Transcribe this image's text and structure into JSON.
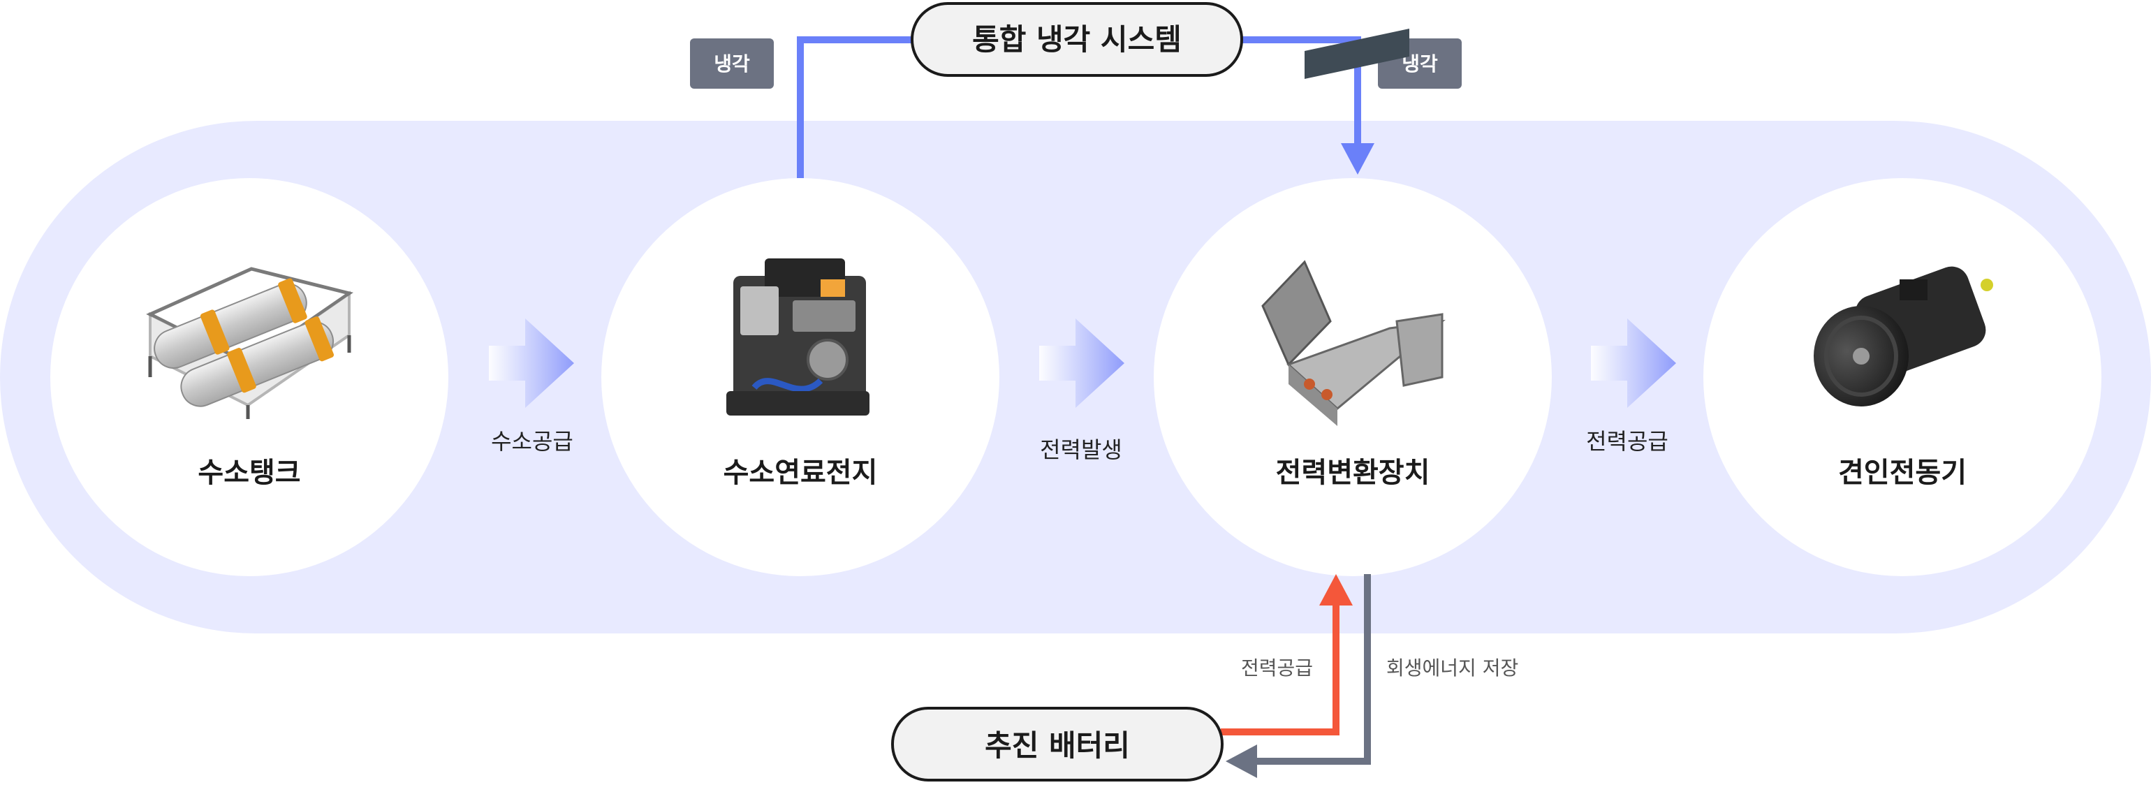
{
  "nodes": [
    {
      "id": "hydrogen-tank",
      "label": "수소탱크",
      "icon": "hydrogen-tank-image"
    },
    {
      "id": "fuel-cell",
      "label": "수소연료전지",
      "icon": "fuel-cell-stack-image"
    },
    {
      "id": "power-converter",
      "label": "전력변환장치",
      "icon": "power-converter-cabinet-image"
    },
    {
      "id": "traction-motor",
      "label": "견인전동기",
      "icon": "traction-motor-image"
    }
  ],
  "flows": [
    {
      "id": "hydrogen-supply",
      "label": "수소공급"
    },
    {
      "id": "power-generation",
      "label": "전력발생"
    },
    {
      "id": "power-supply",
      "label": "전력공급"
    }
  ],
  "cooling": {
    "system_label": "통합 냉각 시스템",
    "left_tag": "냉각",
    "right_tag": "냉각",
    "color": "#6a80f9"
  },
  "battery": {
    "label": "추진 배터리",
    "supply_label": "전력공급",
    "regen_label": "회생에너지 저장",
    "supply_color": "#f4573a",
    "regen_color": "#6b7283"
  },
  "colors": {
    "band": "#e8eaff",
    "circle": "#ffffff",
    "arrow": "#8f9cfb",
    "tag_bg": "#6c7282"
  }
}
